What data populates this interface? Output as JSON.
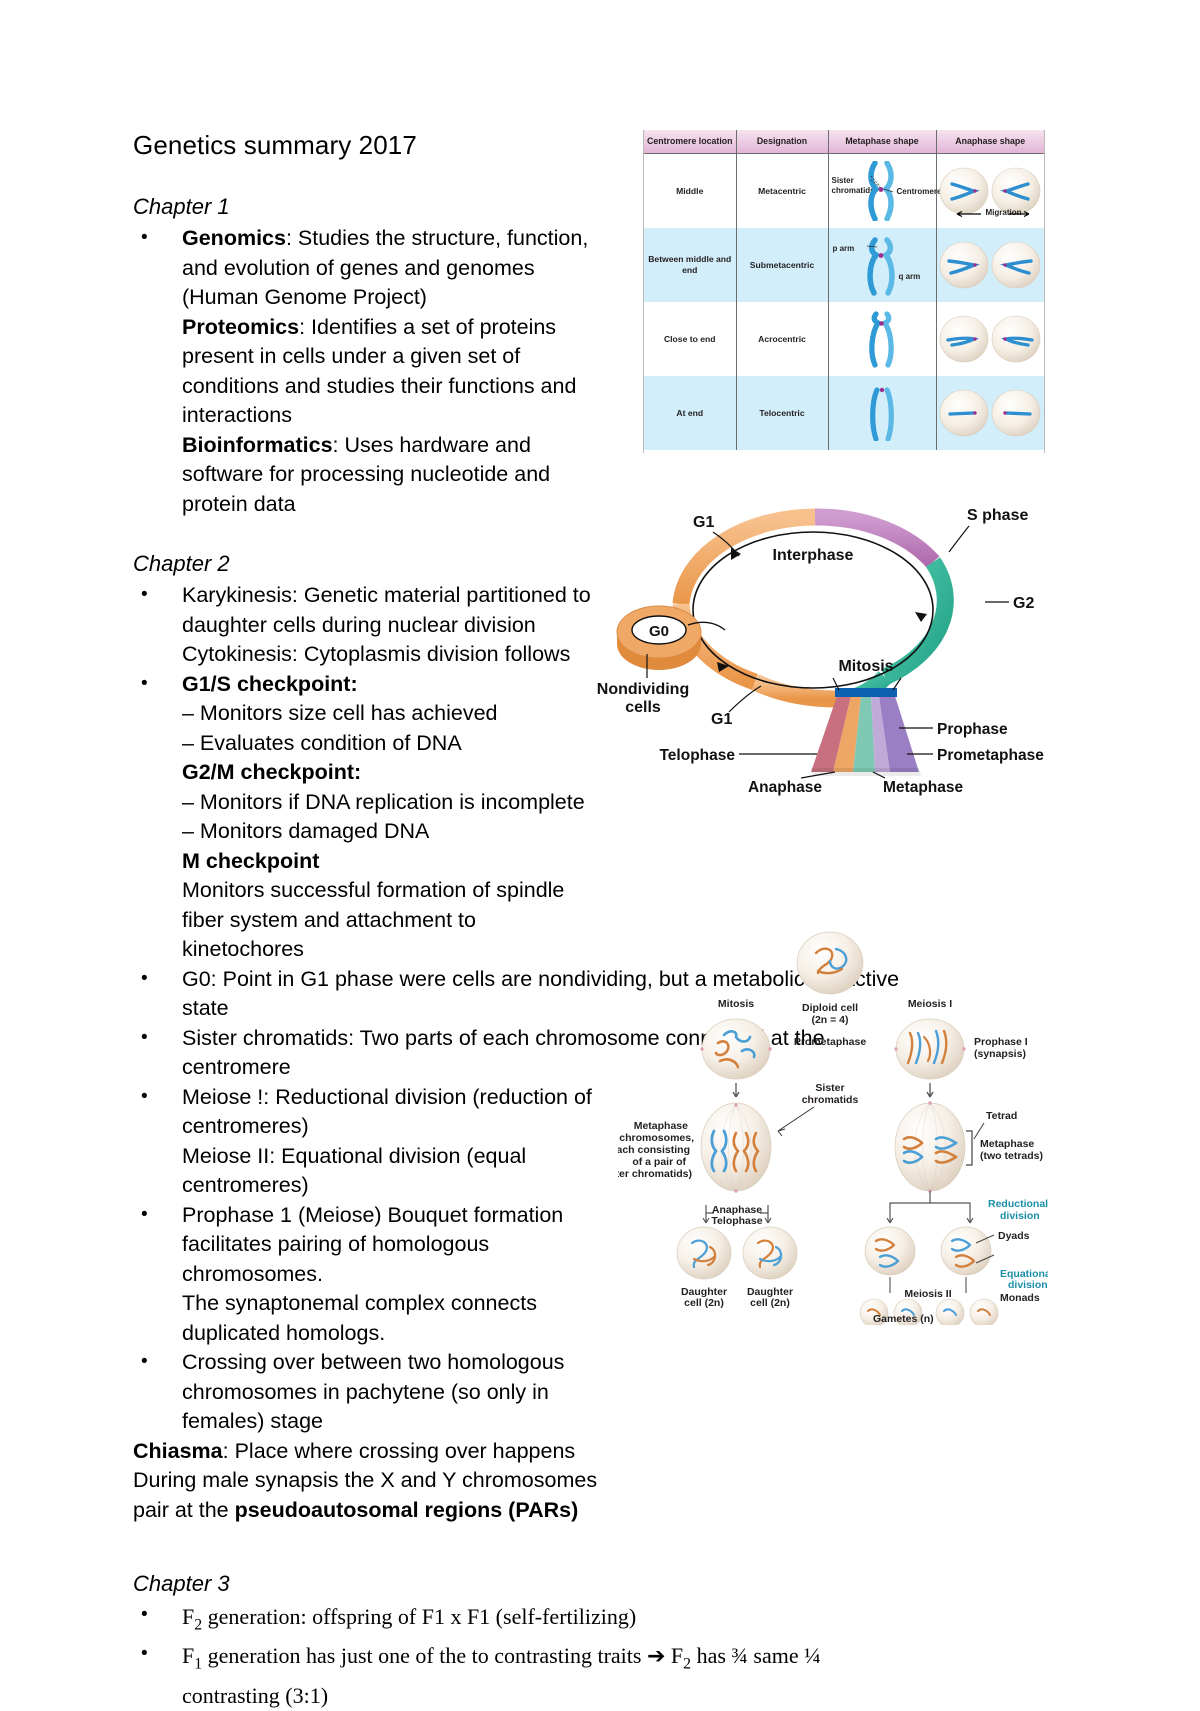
{
  "document": {
    "title": "Genetics summary 2017"
  },
  "chapter1": {
    "heading": "Chapter 1",
    "bullets": [
      {
        "term": "Genomics",
        "text": ": Studies the structure, function, and evolution of genes and genomes (Human Genome Project)",
        "lines": [
          {
            "term": "Proteomics",
            "text": ": Identifies a set of proteins present in cells under a given set of conditions and studies their functions and interactions"
          },
          {
            "term": "Bioinformatics",
            "text": ": Uses hardware and software for processing nucleotide and protein data"
          }
        ]
      }
    ]
  },
  "chapter2": {
    "heading": "Chapter 2",
    "b1_line1": "Karykinesis: Genetic material partitioned to daughter cells during nuclear division",
    "b1_line2": "Cytokinesis: Cytoplasmis division follows",
    "b2_head1": "G1/S checkpoint:",
    "b2_dash1": "– Monitors size cell has achieved",
    "b2_dash2": "– Evaluates condition of DNA",
    "b2_head2": "G2/M checkpoint:",
    "b2_dash3": "– Monitors if DNA replication is incomplete",
    "b2_dash4": "– Monitors damaged DNA",
    "b2_head3": "M checkpoint",
    "b2_tail": "Monitors successful formation of spindle fiber system and attachment to kinetochores",
    "b3": "G0: Point in G1 phase were cells are nondividing, but a metabolically active state",
    "b4": "Sister chromatids: Two parts of each chromosome connected at the centromere",
    "b5_line1": "Meiose !: Reductional division (reduction of centromeres)",
    "b5_line2": "Meiose II: Equational division (equal centromeres)",
    "b6_line1": "Prophase 1 (Meiose) Bouquet formation facilitates pairing of homologous chromosomes.",
    "b6_line2": "The synaptonemal complex connects duplicated homologs.",
    "b7": "Crossing over between two homologous chromosomes in pachytene (so only in females)  stage",
    "tail_term": "Chiasma",
    "tail_line1": ": Place where crossing over happens",
    "tail_line2": "During male synapsis the X and Y chromosomes pair at the ",
    "tail_bold": "pseudoautosomal regions (PARs)"
  },
  "chapter3": {
    "heading": "Chapter 3",
    "b1_pre": "F",
    "b1_sub": "2",
    "b1_post": " generation: offspring of F1 x F1 (self-fertilizing)",
    "b2_pre": "F",
    "b2_sub": "1",
    "b2_mid": " generation has just one of the to contrasting traits ",
    "b2_arrow": "➔",
    "b2_post_pre": " F",
    "b2_post_sub": "2",
    "b2_post": " has ¾ same  ¼ contrasting (3:1)"
  },
  "figure_chromosome_table": {
    "headers": [
      "Centromere location",
      "Designation",
      "Metaphase shape",
      "Anaphase shape"
    ],
    "rows": [
      {
        "location": "Middle",
        "designation": "Metacentric",
        "meta_labels": [
          "Sister chromatids",
          "Centromere"
        ],
        "ana_labels": [
          "Migration"
        ]
      },
      {
        "location": "Between middle and end",
        "designation": "Submetacentric",
        "meta_labels": [
          "p arm",
          "q arm"
        ],
        "ana_labels": []
      },
      {
        "location": "Close to end",
        "designation": "Acrocentric",
        "meta_labels": [],
        "ana_labels": []
      },
      {
        "location": "At end",
        "designation": "Telocentric",
        "meta_labels": [],
        "ana_labels": []
      }
    ]
  },
  "figure_cell_cycle": {
    "labels": {
      "g1_top": "G1",
      "s_phase": "S phase",
      "interphase": "Interphase",
      "g2": "G2",
      "g0": "G0",
      "nondividing": "Nondividing cells",
      "g1_bottom": "G1",
      "mitosis": "Mitosis",
      "prophase": "Prophase",
      "prometaphase": "Prometaphase",
      "telophase": "Telophase",
      "anaphase": "Anaphase",
      "metaphase": "Metaphase"
    },
    "colors": {
      "g1": "#f0a860",
      "s": "#bf82be",
      "g2": "#3fbfa3",
      "mitosis_bar": "#0d5fb0",
      "prophase": "#9a7fc4",
      "prometaphase": "#c0aad8",
      "metaphase": "#7fc9b4",
      "anaphase": "#efa664",
      "telophase": "#c8707f"
    }
  },
  "figure_meiosis": {
    "labels": {
      "mitosis": "Mitosis",
      "diploid_cell": "Diploid cell",
      "diploid_n": "(2n = 4)",
      "meiosis_i": "Meiosis I",
      "prometaphase": "Prometaphase",
      "prophase_i": "Prophase I",
      "prophase_i_sub": "(synapsis)",
      "sister_chromatids": "Sister chromatids",
      "tetrad": "Tetrad",
      "metaphase_mitosis": "Metaphase (four chromosomes, each consisting of a pair of sister chromatids)",
      "metaphase_meiosis": "Metaphase (two tetrads)",
      "anaphase": "Anaphase",
      "telophase": "Telophase",
      "reductional_division": "Reductional division",
      "dyads": "Dyads",
      "daughter_cell": "Daughter cell (2n)",
      "meiosis_ii": "Meiosis II",
      "equational_division": "Equational division",
      "monads": "Monads",
      "gametes": "Gametes (n)"
    },
    "colors": {
      "blue_chromosome": "#4b9fd5",
      "orange_chromosome": "#e0833c",
      "cell_fill": "#f3ece3",
      "teal_text": "#1a8fa8"
    }
  }
}
